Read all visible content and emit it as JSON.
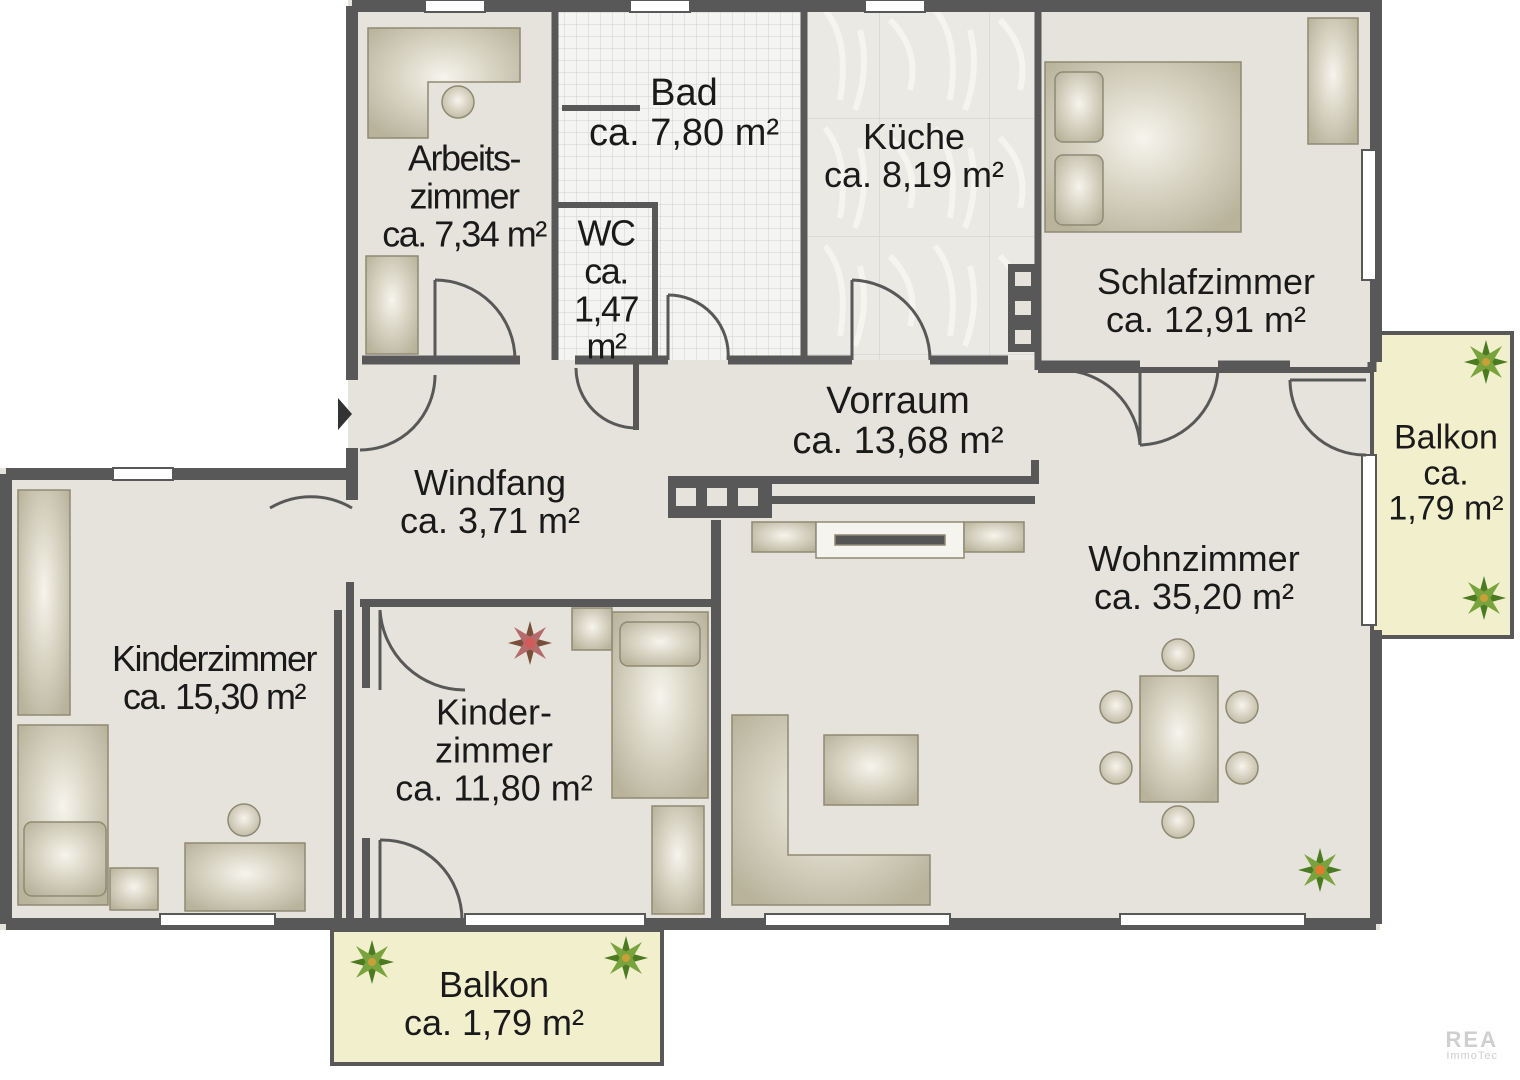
{
  "rooms": {
    "arbeitszimmer": {
      "line1": "Arbeits-",
      "line2": "zimmer",
      "area": "ca. 7,34 m²"
    },
    "bad": {
      "name": "Bad",
      "area": "ca. 7,80 m²"
    },
    "kueche": {
      "name": "Küche",
      "area": "ca. 8,19 m²"
    },
    "wc": {
      "line1": "WC",
      "line2": "ca.",
      "line3": "1,47",
      "line4": "m²"
    },
    "schlafzimmer": {
      "name": "Schlafzimmer",
      "area": "ca. 12,91 m²"
    },
    "vorraum": {
      "name": "Vorraum",
      "area": "ca. 13,68 m²"
    },
    "windfang": {
      "name": "Windfang",
      "area": "ca. 3,71 m²"
    },
    "balkon_right": {
      "line1": "Balkon",
      "line2": "ca.",
      "line3": "1,79 m²"
    },
    "wohnzimmer": {
      "name": "Wohnzimmer",
      "area": "ca. 35,20 m²"
    },
    "kinderzimmer_left": {
      "name": "Kinderzimmer",
      "area": "ca. 15,30 m²"
    },
    "kinderzimmer_mid": {
      "line1": "Kinder-",
      "line2": "zimmer",
      "area": "ca. 11,80 m²"
    },
    "balkon_bottom": {
      "name": "Balkon",
      "area": "ca. 1,79 m²"
    }
  },
  "watermark": {
    "logo": "REA",
    "sub": "ImmoTec"
  },
  "colors": {
    "wall": "#585858",
    "floor": "#e6e3dc",
    "balcony": "#f2efcd",
    "furniture": "#d3cfbe",
    "plant": "#4c7a21"
  }
}
